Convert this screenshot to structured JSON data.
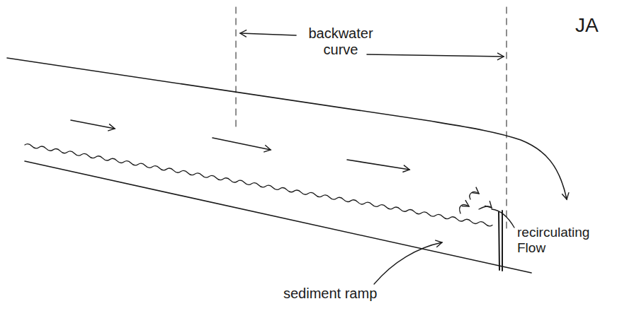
{
  "diagram": {
    "labels": [
      "JA",
      "backwater curve",
      "recirculating Flow",
      "sediment ramp"
    ]
  }
}
